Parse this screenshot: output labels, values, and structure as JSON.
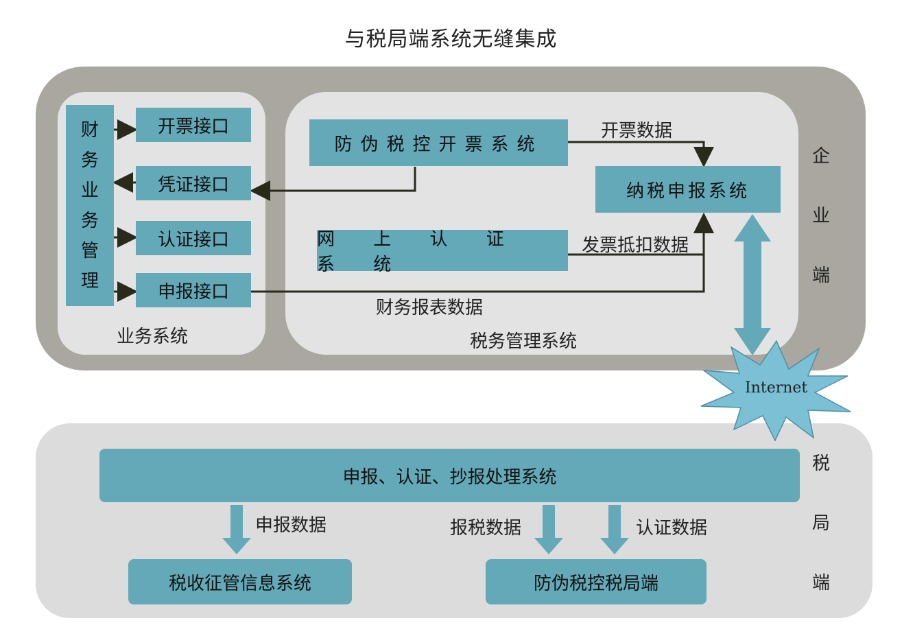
{
  "title": "与税局端系统无缝集成",
  "business_system": {
    "panel_label": "业务系统",
    "finance_mgmt": [
      "财",
      "务",
      "业",
      "务",
      "管",
      "理"
    ],
    "interfaces": {
      "invoice": "开票接口",
      "voucher": "凭证接口",
      "certification": "认证接口",
      "declaration": "申报接口"
    }
  },
  "tax_mgmt_system": {
    "panel_label": "税务管理系统",
    "anti_fake_invoicing": "防伪税控开票系统",
    "online_certification": "网 上 认 证 系 统",
    "tax_declaration": "纳税申报系统",
    "edge_labels": {
      "invoice_data": "开票数据",
      "deduction_data": "发票抵扣数据",
      "financial_report_data": "财务报表数据"
    }
  },
  "enterprise_side": [
    "企",
    "业",
    "端"
  ],
  "internet": "Internet",
  "bureau": {
    "processing": "申报、认证、抄报处理系统",
    "collection_info": "税收征管信息系统",
    "anti_fake_bureau": "防伪税控税局端",
    "edge_labels": {
      "declare_data": "申报数据",
      "report_tax_data": "报税数据",
      "cert_data": "认证数据"
    },
    "side": [
      "税",
      "局",
      "端"
    ]
  },
  "colors": {
    "box_fill": "#64a9b8",
    "outer_enterprise": "#a9a7a0",
    "inner_panel": "#e3e3e3",
    "bureau_panel": "#dcdcdc",
    "arrow_dark": "#2a2a1a",
    "starburst": "#7bc0d4"
  }
}
